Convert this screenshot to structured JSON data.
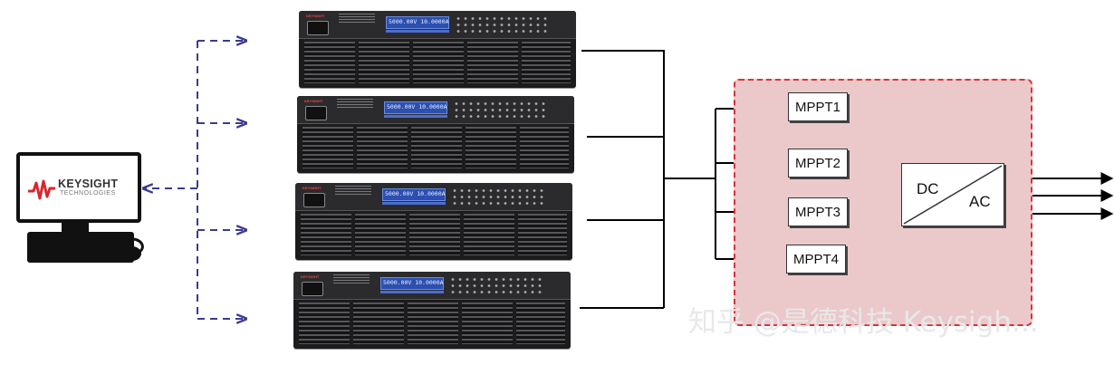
{
  "computer": {
    "logo_brand": "KEYSIGHT",
    "logo_sub": "TECHNOLOGIES",
    "brand_color": "#d9262e"
  },
  "power_supplies": [
    {
      "display": "5000.00V 10.0000A"
    },
    {
      "display": "5000.00V 10.0000A"
    },
    {
      "display": "5000.00V 10.0000A"
    },
    {
      "display": "5000.00V 10.0000A"
    }
  ],
  "mppt_labels": [
    "MPPT1",
    "MPPT2",
    "MPPT3",
    "MPPT4"
  ],
  "inverter": {
    "dc_label": "DC",
    "ac_label": "AC"
  },
  "watermark": "知乎 @是德科技 Keysigh...",
  "colors": {
    "region_fill": "#ebc9cb",
    "region_border": "#d9333a",
    "control_link": "#3b3b8f",
    "wire": "#000000"
  }
}
